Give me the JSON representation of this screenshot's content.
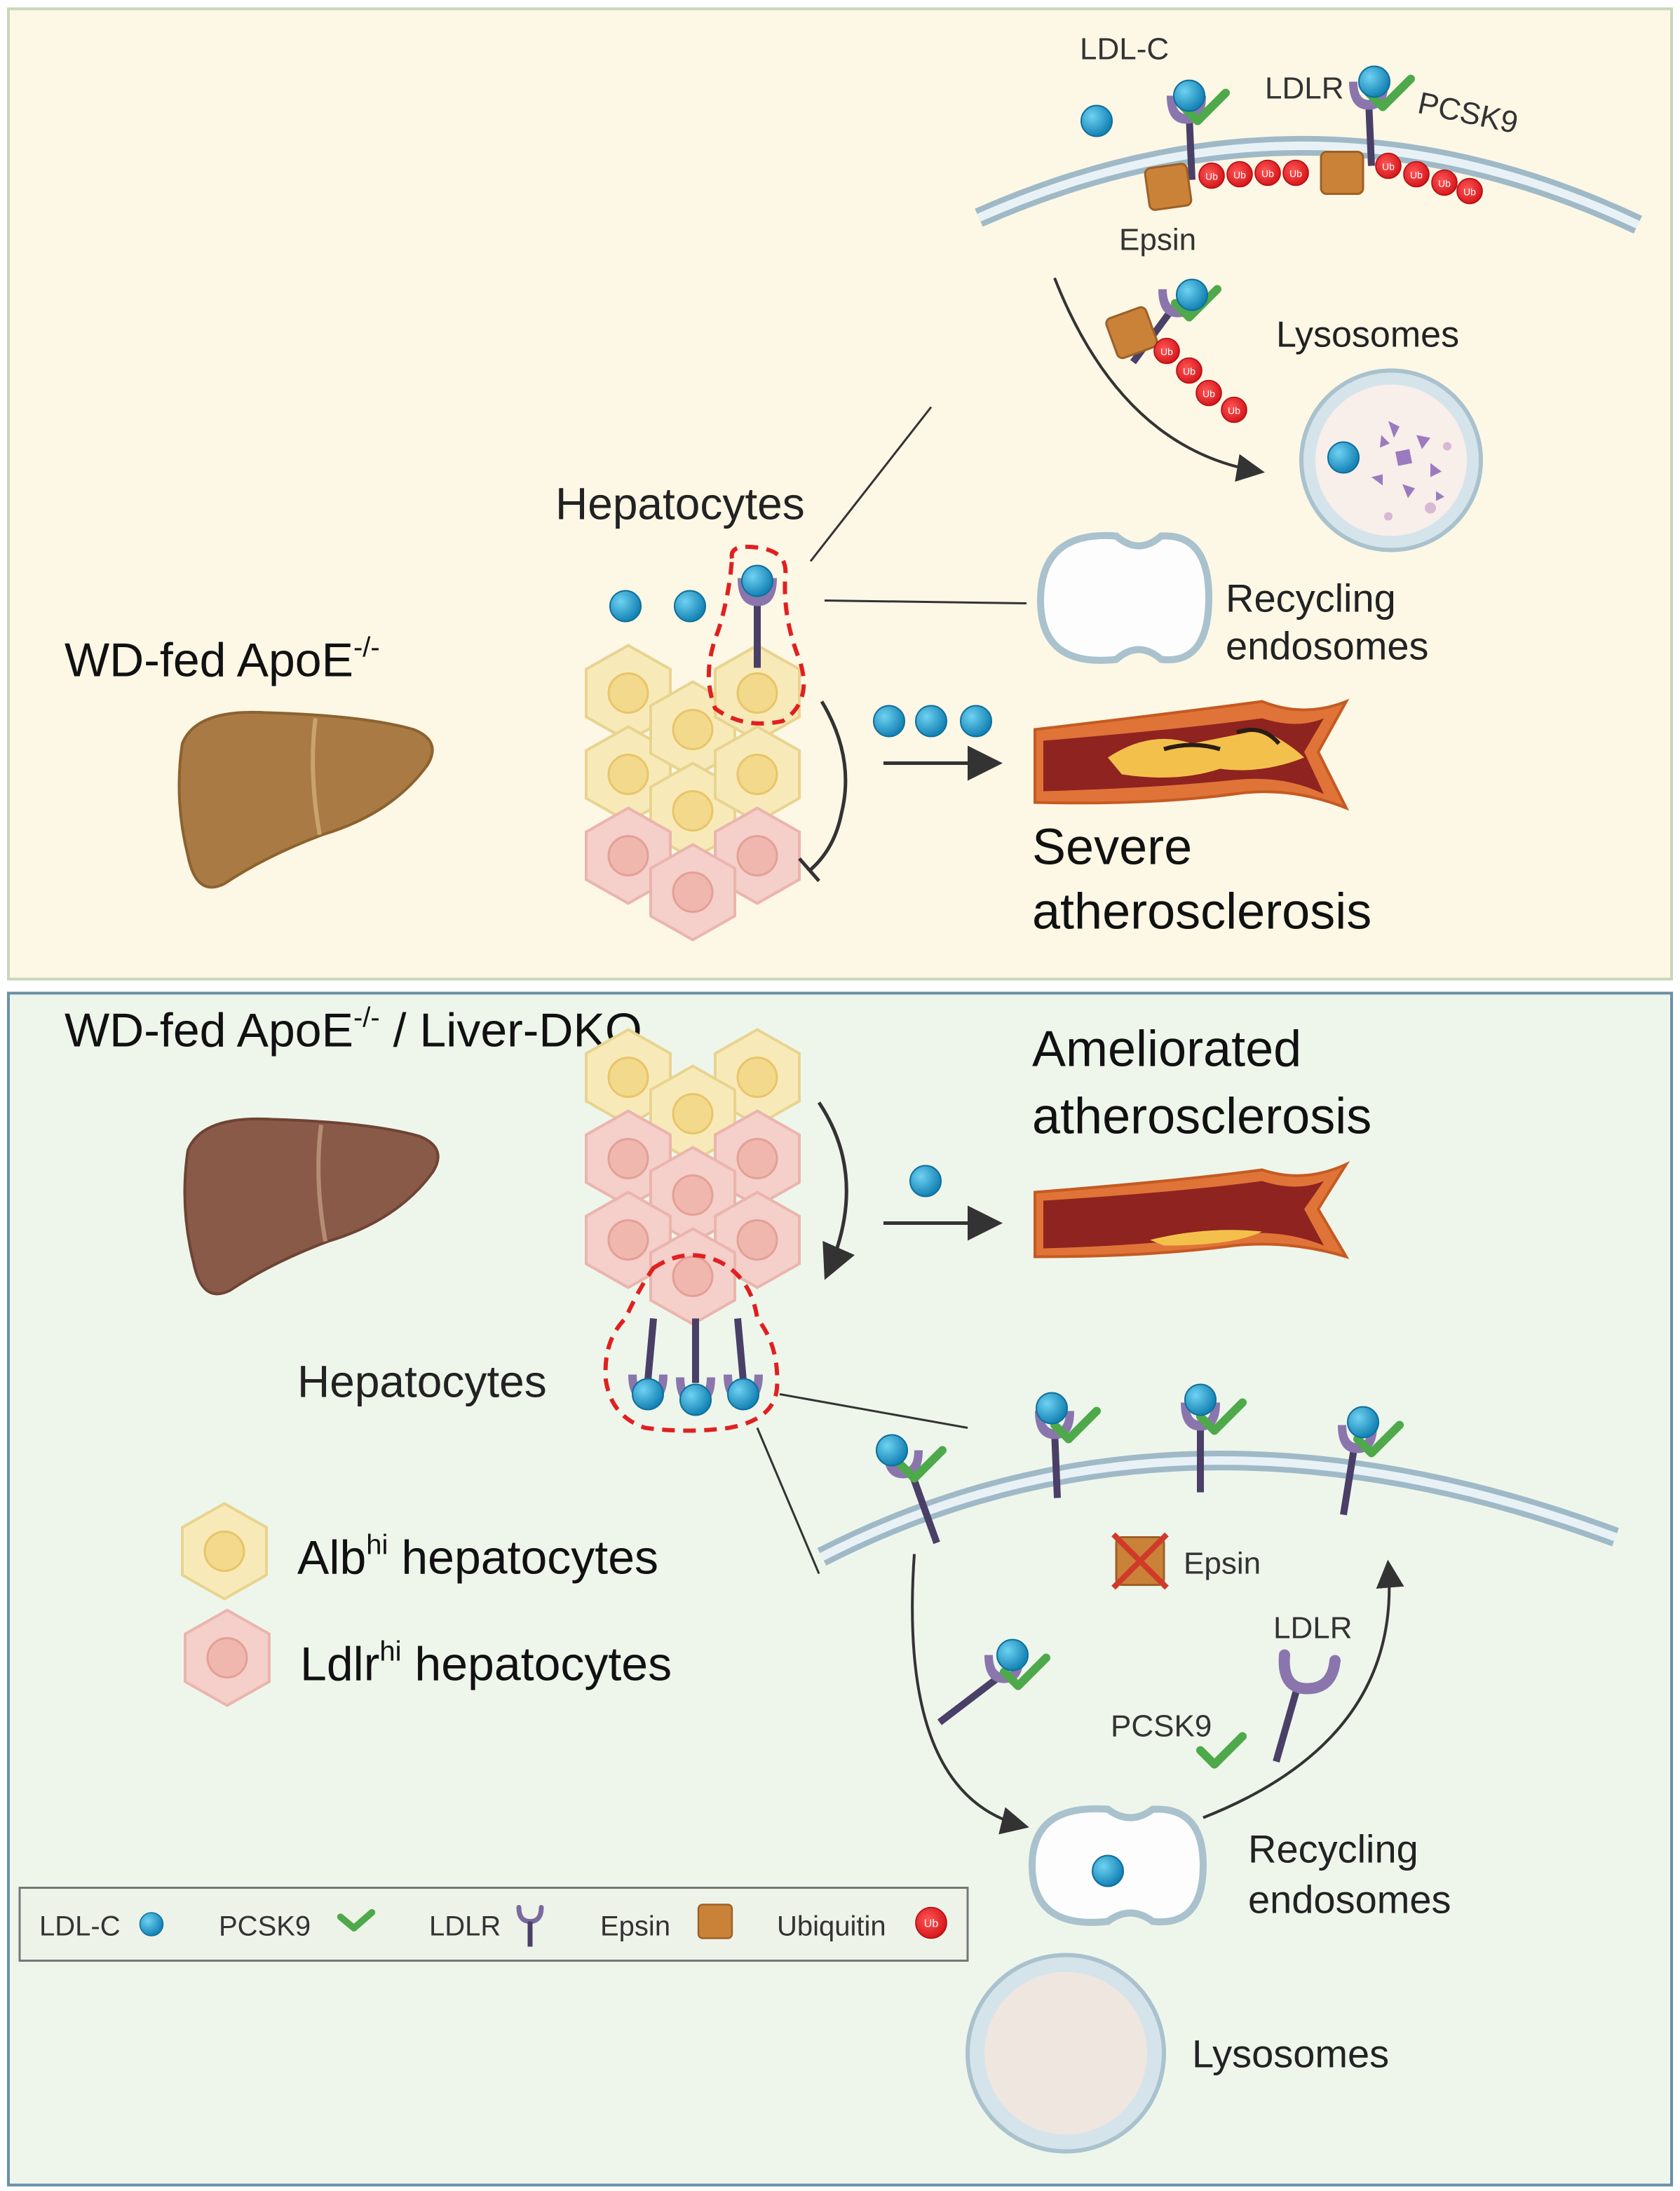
{
  "top_panel": {
    "condition_title": "WD-fed ApoE",
    "condition_sup": "-/-",
    "hepatocytes_label": "Hepatocytes",
    "ldl_c_label": "LDL-C",
    "ldlr_label": "LDLR",
    "pcsk9_label": "PCSK9",
    "epsin_label": "Epsin",
    "ub_symbol": "Ub",
    "lysosomes_label": "Lysosomes",
    "recycling_line1": "Recycling",
    "recycling_line2": "endosomes",
    "outcome_line1": "Severe",
    "outcome_line2": "atherosclerosis"
  },
  "bottom_panel": {
    "condition_title_a": "WD-fed ApoE",
    "condition_sup": "-/-",
    "condition_title_b": " / Liver-DKO",
    "outcome_line1": "Ameliorated",
    "outcome_line2": "atherosclerosis",
    "hepatocytes_label": "Hepatocytes",
    "epsin_label": "Epsin",
    "ldlr_label": "LDLR",
    "pcsk9_label": "PCSK9",
    "recycling_line1": "Recycling",
    "recycling_line2": "endosomes",
    "lysosomes_label": "Lysosomes",
    "alb_base": "Alb",
    "alb_sup": "hi",
    "alb_rest": " hepatocytes",
    "ldlr_base": "Ldlr",
    "ldlr_sup": "hi",
    "ldlr_rest": " hepatocytes"
  },
  "legend": {
    "ldl_c": "LDL-C",
    "pcsk9": "PCSK9",
    "ldlr": "LDLR",
    "epsin": "Epsin",
    "ubiquitin": "Ubiquitin",
    "ub_symbol": "Ub"
  },
  "colors": {
    "top_bg": "#fdf7e6",
    "bottom_bg": "#eef6ec",
    "ldl_c": "#1e9fd0",
    "pcsk9": "#4ea94a",
    "ldlr": "#7b6a9e",
    "epsin": "#c98238",
    "ubiquitin": "#e32126",
    "alb_hi_cell": "#f8eab8",
    "ldlr_hi_cell": "#f5cfca",
    "liver_top": "#a97a44",
    "liver_bottom": "#8a5a48",
    "highlight_dash": "#e02020"
  },
  "icons": [
    "liver-icon",
    "hepatocyte-cell-icon",
    "ldl-c-particle-icon",
    "pcsk9-icon",
    "ldlr-receptor-icon",
    "epsin-icon",
    "ubiquitin-icon",
    "artery-icon",
    "lysosome-icon",
    "recycling-endosome-icon"
  ]
}
